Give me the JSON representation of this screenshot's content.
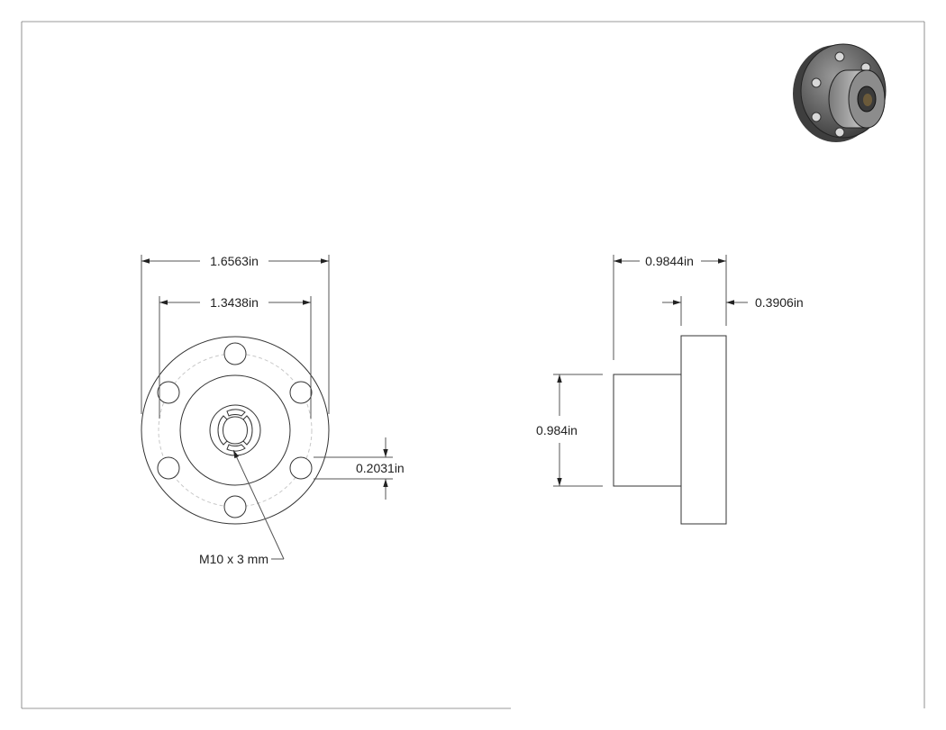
{
  "drawing": {
    "front_view": {
      "dim_outer_diameter": "1.6563in",
      "dim_bolt_circle": "1.3438in",
      "dim_hole": "0.2031in",
      "thread_callout": "M10 x 3 mm"
    },
    "side_view": {
      "dim_total_length": "0.9844in",
      "dim_flange_thickness": "0.3906in",
      "dim_body_diameter": "0.984in"
    }
  }
}
